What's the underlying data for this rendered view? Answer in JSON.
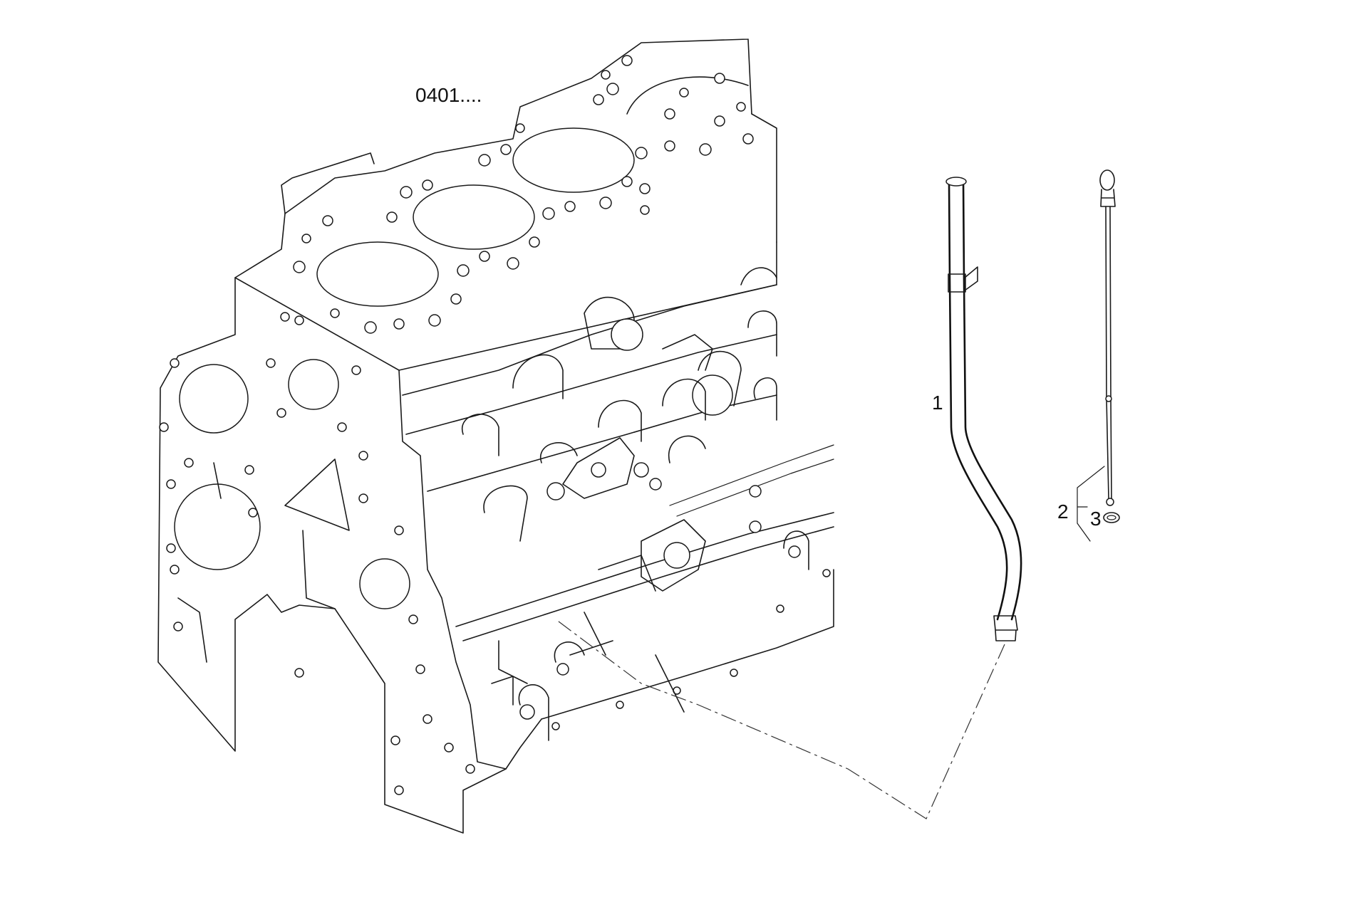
{
  "diagram": {
    "group_code": "0401....",
    "callouts": [
      {
        "id": "1",
        "label": "1"
      },
      {
        "id": "2",
        "label": "2"
      },
      {
        "id": "3",
        "label": "3"
      }
    ]
  },
  "colors": {
    "line": "#1a1a1a",
    "background": "#ffffff"
  }
}
